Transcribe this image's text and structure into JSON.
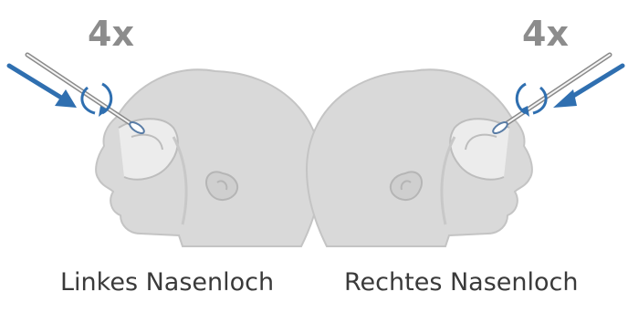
{
  "left_panel": {
    "repeat_count": "4x",
    "caption": "Linkes Nasenloch"
  },
  "right_panel": {
    "repeat_count": "4x",
    "caption": "Rechtes Nasenloch"
  },
  "colors": {
    "head_fill": "#d9d9d9",
    "head_outline": "#c4c4c4",
    "arrow": "#2f6fb0",
    "count_text": "#8c8c8c",
    "caption_text": "#3a3a3a"
  },
  "icons": {
    "insert_direction": "arrow-icon",
    "rotation": "rotate-icon"
  }
}
